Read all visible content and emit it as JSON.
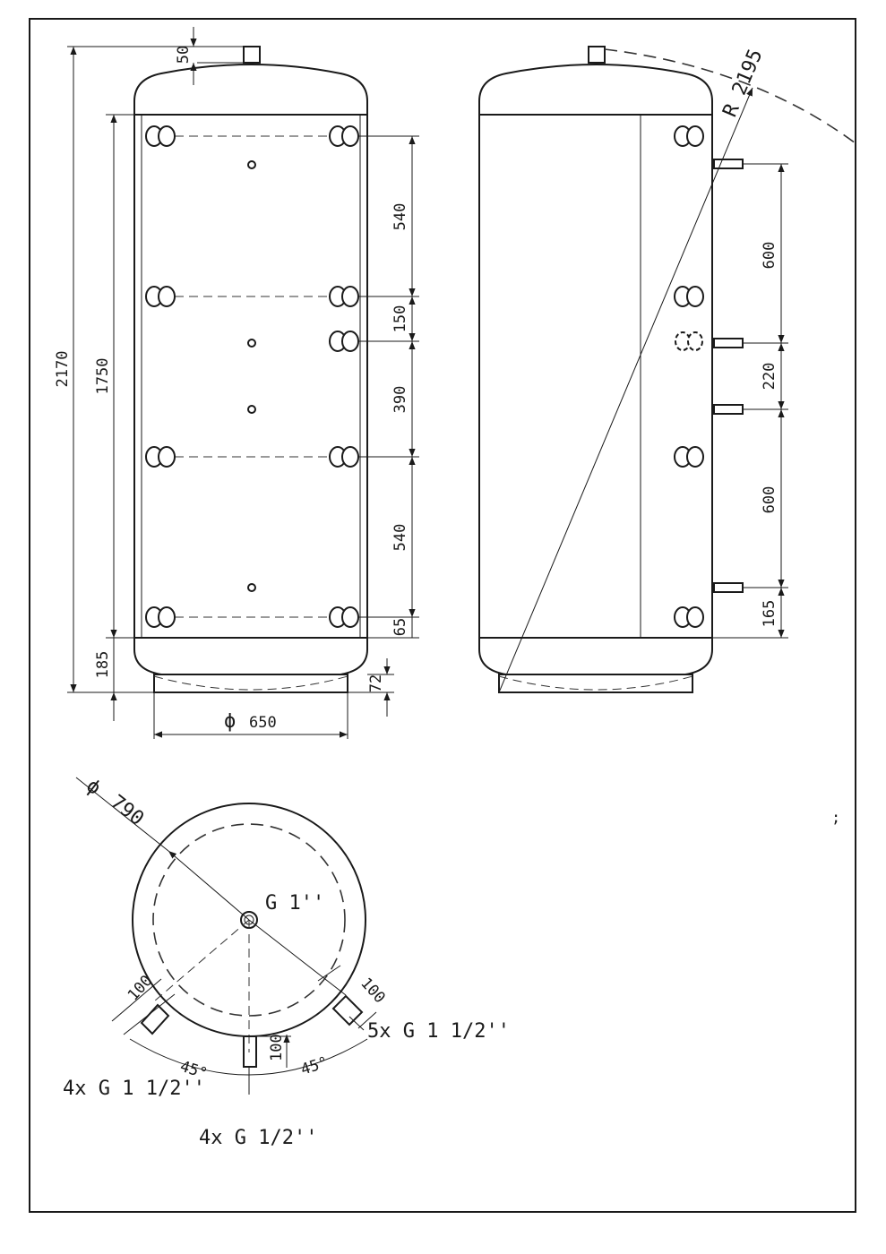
{
  "drawing": {
    "front_view": {
      "dims": {
        "total_height": "2170",
        "body_height": "1750",
        "bottom_offset": "185",
        "top_nozzle": "50",
        "base_height": "72",
        "base_diameter_symbol": "ϕ",
        "base_diameter": "650",
        "spacing_540_top": "540",
        "spacing_150": "150",
        "spacing_390": "390",
        "spacing_540_bottom": "540",
        "spacing_65": "65"
      }
    },
    "side_view": {
      "dims": {
        "radius": "R 2195",
        "spacing_600_top": "600",
        "spacing_220": "220",
        "spacing_600_bottom": "600",
        "spacing_165": "165"
      }
    },
    "top_view": {
      "diameter_symbol": "ϕ",
      "diameter": "790",
      "center_connection": "G 1''",
      "right_connection": "5x G 1 1/2''",
      "left_connection": "4x G 1 1/2''",
      "bottom_connection": "4x G 1/2''",
      "angle_left": "45°",
      "angle_right": "45°",
      "stub_left": "100",
      "stub_bottom": "100",
      "stub_right": "100"
    },
    "corner_mark": ";"
  }
}
